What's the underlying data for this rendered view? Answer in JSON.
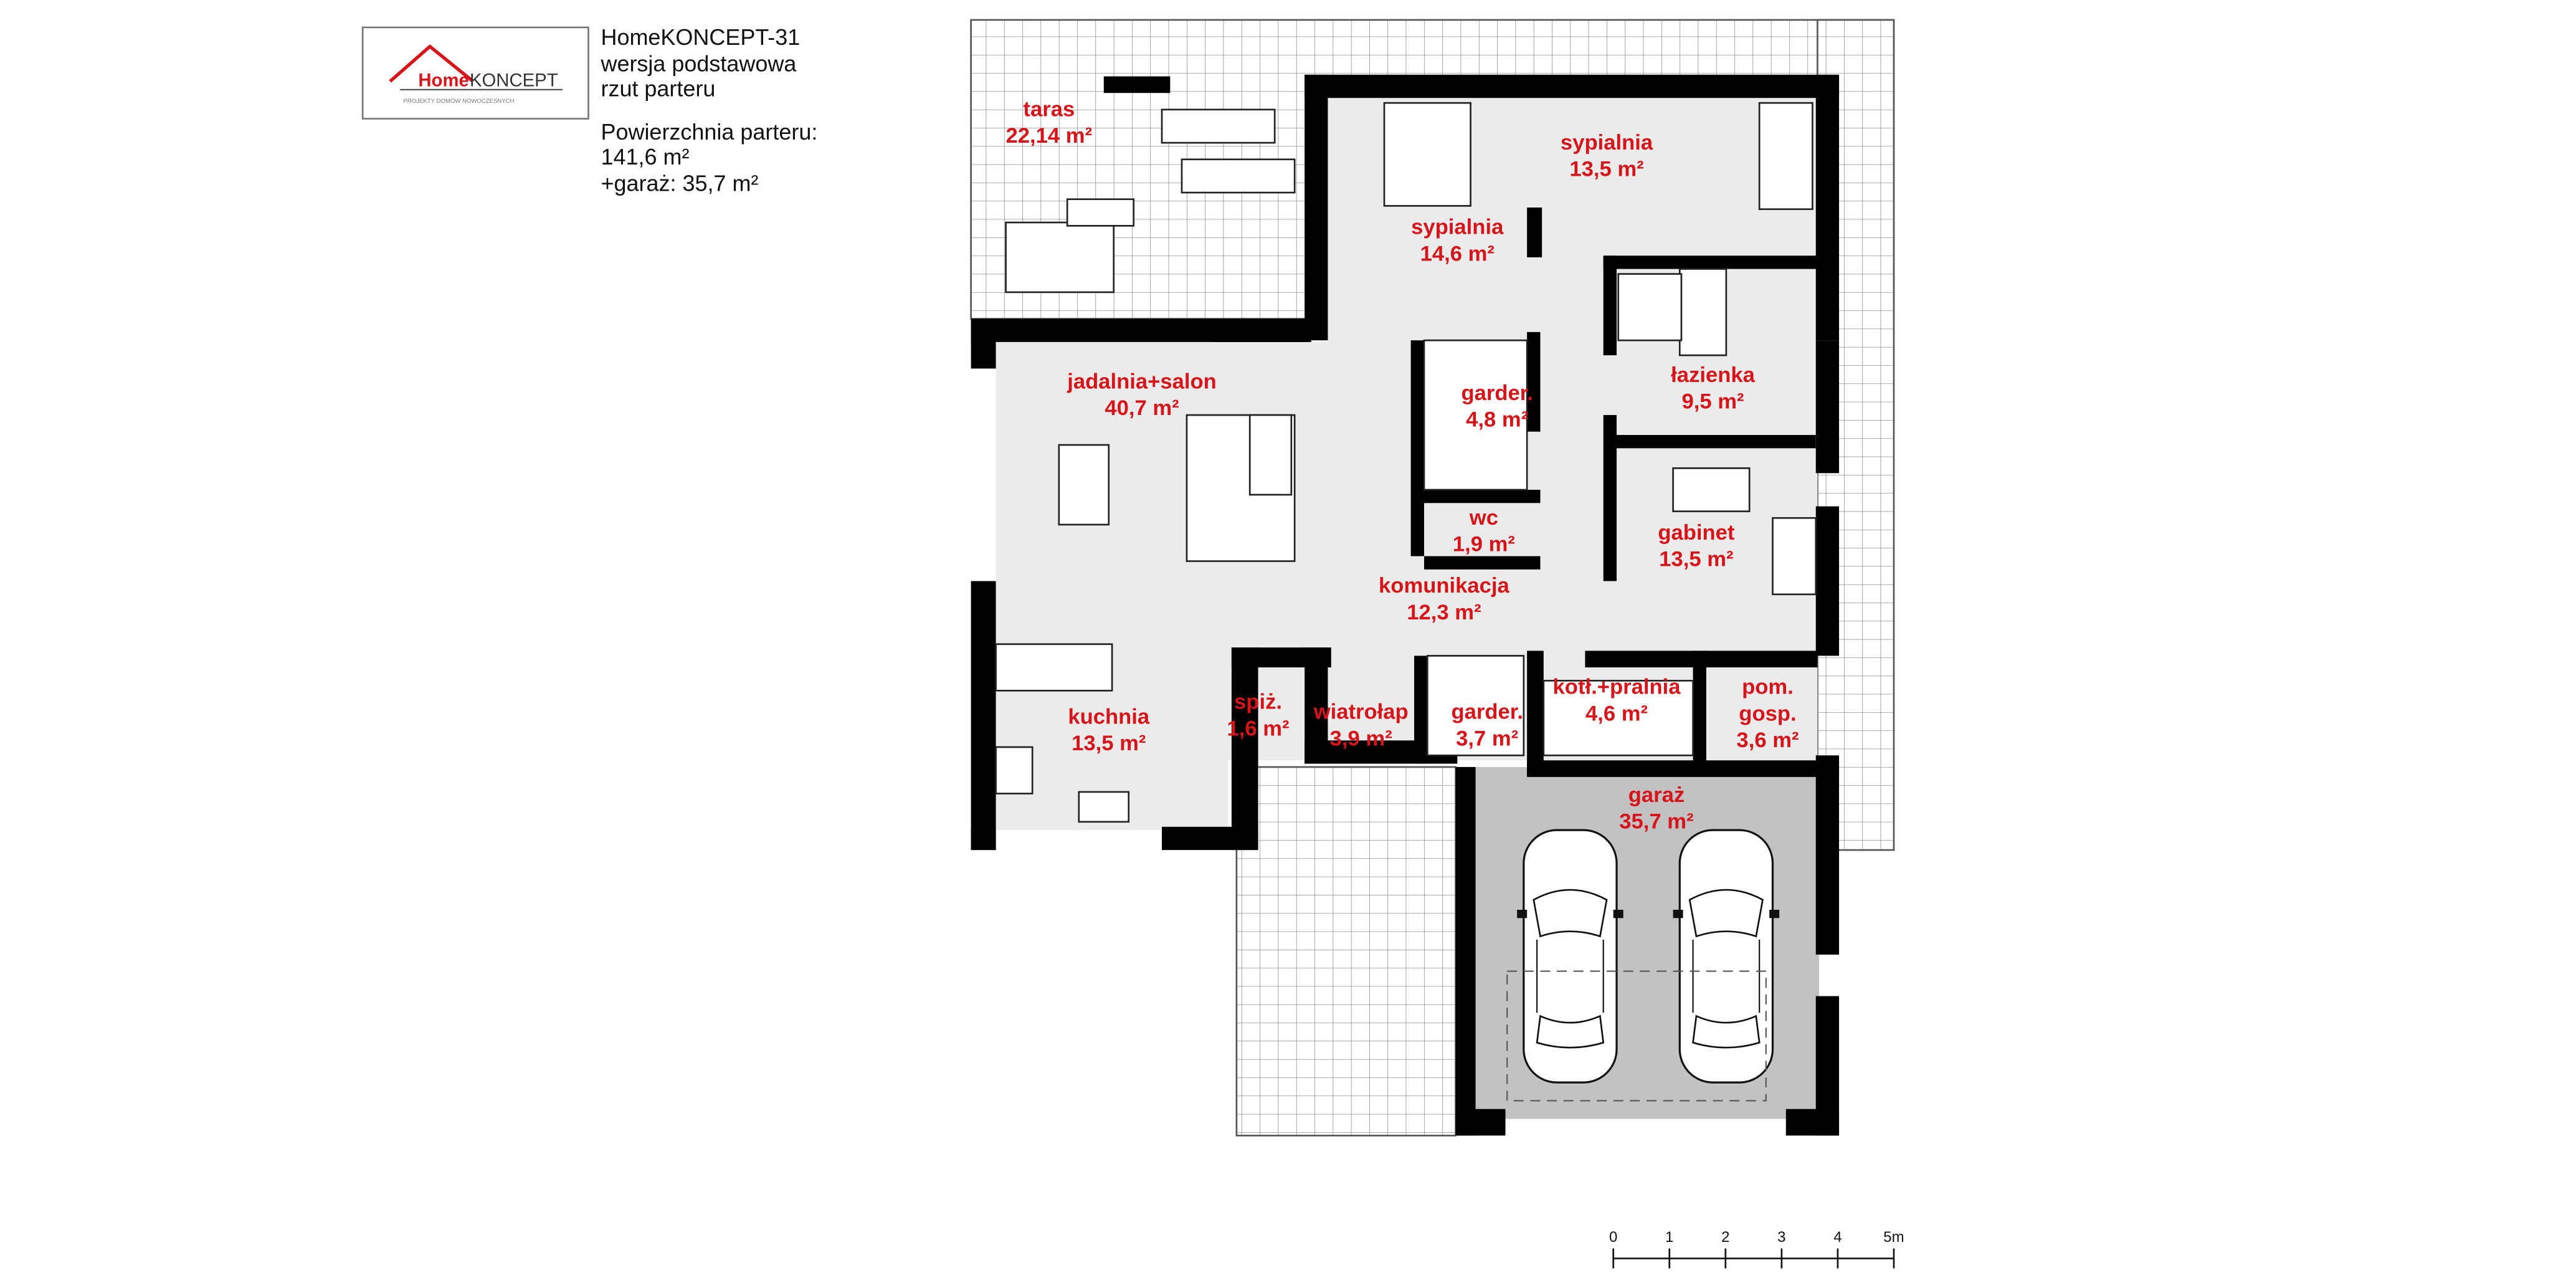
{
  "logo": {
    "brand_home": "Home",
    "brand_koncept": "KONCEPT",
    "tagline": "PROJEKTY DOMÓW NOWOCZESNYCH"
  },
  "info": {
    "title": "HomeKONCEPT-31",
    "variant": "wersja podstawowa",
    "view": "rzut parteru",
    "area_label": "Powierzchnia parteru:",
    "area_value": "141,6 m²",
    "garage_value": "+garaż: 35,7 m²"
  },
  "rooms": [
    {
      "id": "taras",
      "name": "taras",
      "area": "22,14 m²"
    },
    {
      "id": "sypialnia-1",
      "name": "sypialnia",
      "area": "14,6 m²"
    },
    {
      "id": "sypialnia-2",
      "name": "sypialnia",
      "area": "13,5 m²"
    },
    {
      "id": "jadalnia-salon",
      "name": "jadalnia+salon",
      "area": "40,7 m²"
    },
    {
      "id": "garderoba-1",
      "name": "garder.",
      "area": "4,8 m²"
    },
    {
      "id": "lazienka",
      "name": "łazienka",
      "area": "9,5 m²"
    },
    {
      "id": "wc",
      "name": "wc",
      "area": "1,9 m²"
    },
    {
      "id": "gabinet",
      "name": "gabinet",
      "area": "13,5 m²"
    },
    {
      "id": "komunikacja",
      "name": "komunikacja",
      "area": "12,3 m²"
    },
    {
      "id": "kuchnia",
      "name": "kuchnia",
      "area": "13,5 m²"
    },
    {
      "id": "spiz",
      "name": "spiż.",
      "area": "1,6 m²"
    },
    {
      "id": "wiatrolap",
      "name": "wiatrołap",
      "area": "3,9 m²"
    },
    {
      "id": "garderoba-2",
      "name": "garder.",
      "area": "3,7 m²"
    },
    {
      "id": "kotlownia-pralnia",
      "name": "kotł.+pralnia",
      "area": "4,6 m²"
    },
    {
      "id": "pom-gosp",
      "name": "pom.",
      "area": "gosp.",
      "area2": "3,6 m²"
    },
    {
      "id": "garaz",
      "name": "garaż",
      "area": "35,7 m²"
    }
  ],
  "scale_bar": {
    "ticks": [
      "0",
      "1",
      "2",
      "3",
      "4",
      "5m"
    ]
  },
  "colors": {
    "room_label": "#d7141a",
    "wall": "#000000",
    "floor": "#ebebeb",
    "garage_floor": "#c2c2c2",
    "logo_red": "#d7141a"
  }
}
